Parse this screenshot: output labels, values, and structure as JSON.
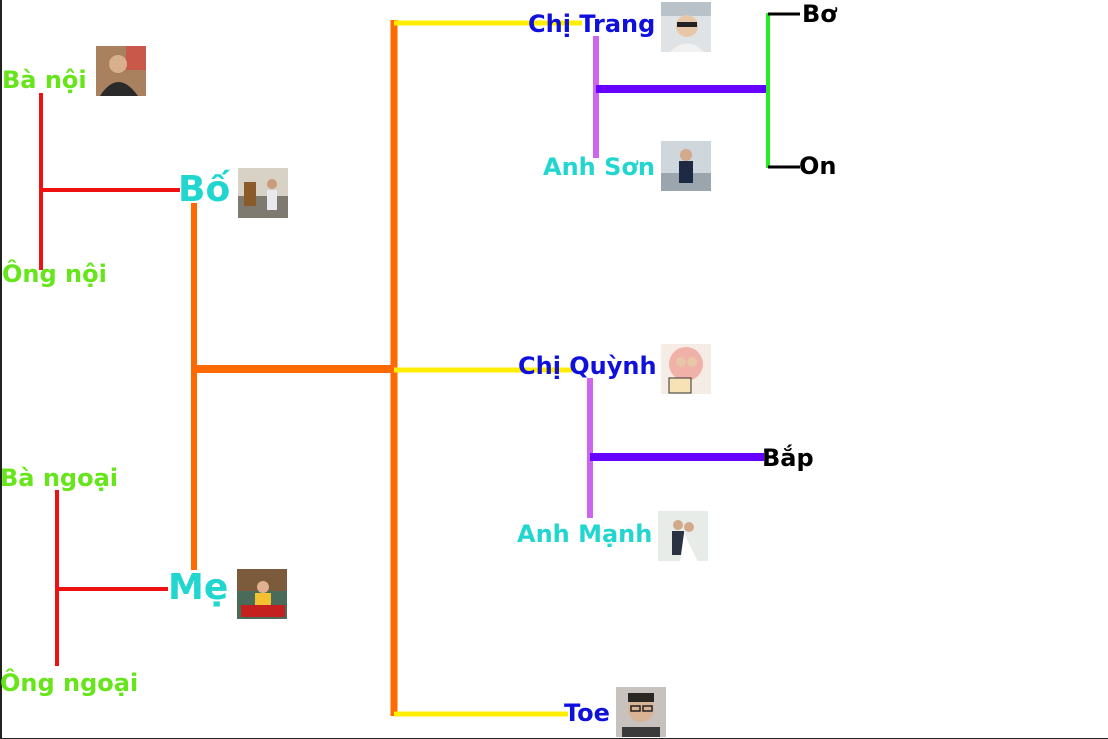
{
  "people": {
    "ba_noi": "Bà nội",
    "ong_noi": "Ông nội",
    "ba_ngoai": "Bà ngoại",
    "ong_ngoai": "Ông ngoại",
    "bo": "Bố",
    "me": "Mẹ",
    "chi_trang": "Chị Trang",
    "anh_son": "Anh Sơn",
    "chi_quynh": "Chị Quỳnh",
    "anh_manh": "Anh Mạnh",
    "toe": "Toe",
    "bo_child": "Bơ",
    "on_child": "On",
    "bap": "Bắp"
  },
  "colors": {
    "grandparent_lines": "#ee1111",
    "parent_lines": "#ff6a00",
    "child_lines": "#ffee00",
    "couple_lines": "#cc66ee",
    "grandchild_lines": "#6600ff",
    "sibling_lines": "#22ee22"
  }
}
